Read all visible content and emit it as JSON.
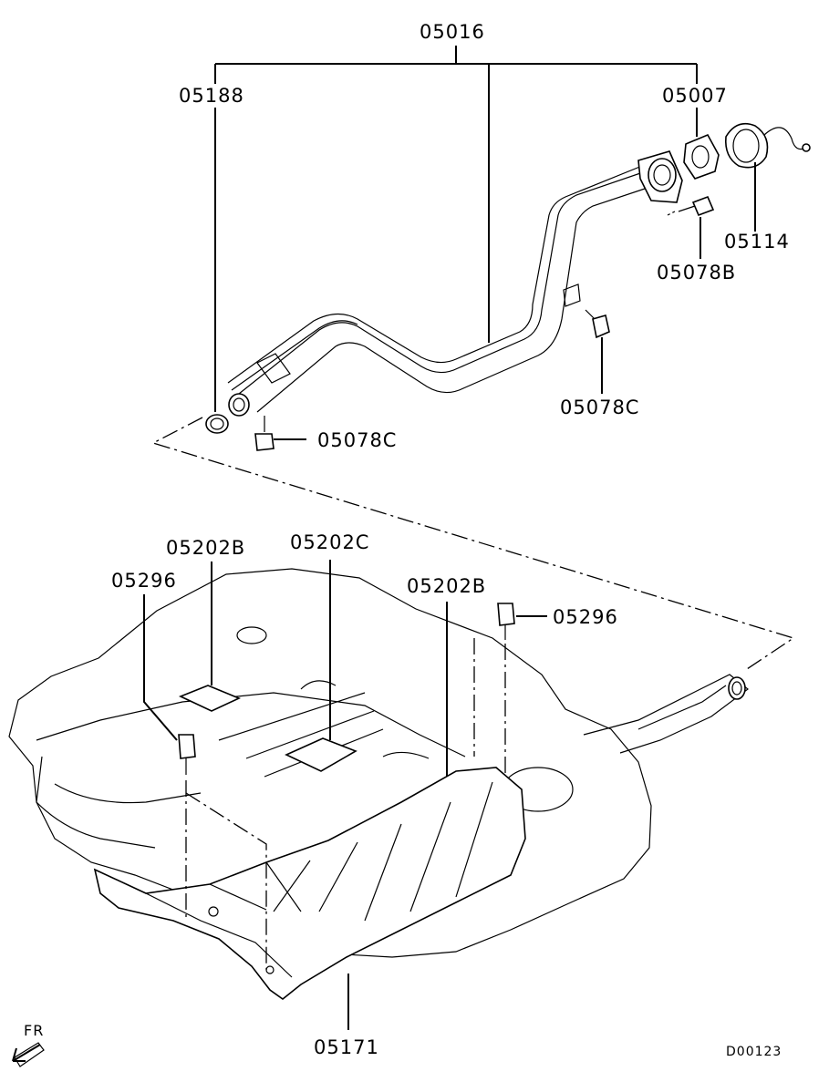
{
  "diagram": {
    "part_numbers": {
      "filler_neck_assy": "05016",
      "hose": "05188",
      "gasket": "05007",
      "fuel_cap": "05114",
      "bolt_neck": "05078B",
      "bolt_bracket": "05078C",
      "bolt_hose": "05078C",
      "pad_left": "05202B",
      "pad_center": "05202C",
      "pad_right": "05202B",
      "bolt_left": "05296",
      "bolt_right": "05296",
      "tank_protector": "05171"
    },
    "direction_label": "FR",
    "figure_code": "D00123"
  }
}
